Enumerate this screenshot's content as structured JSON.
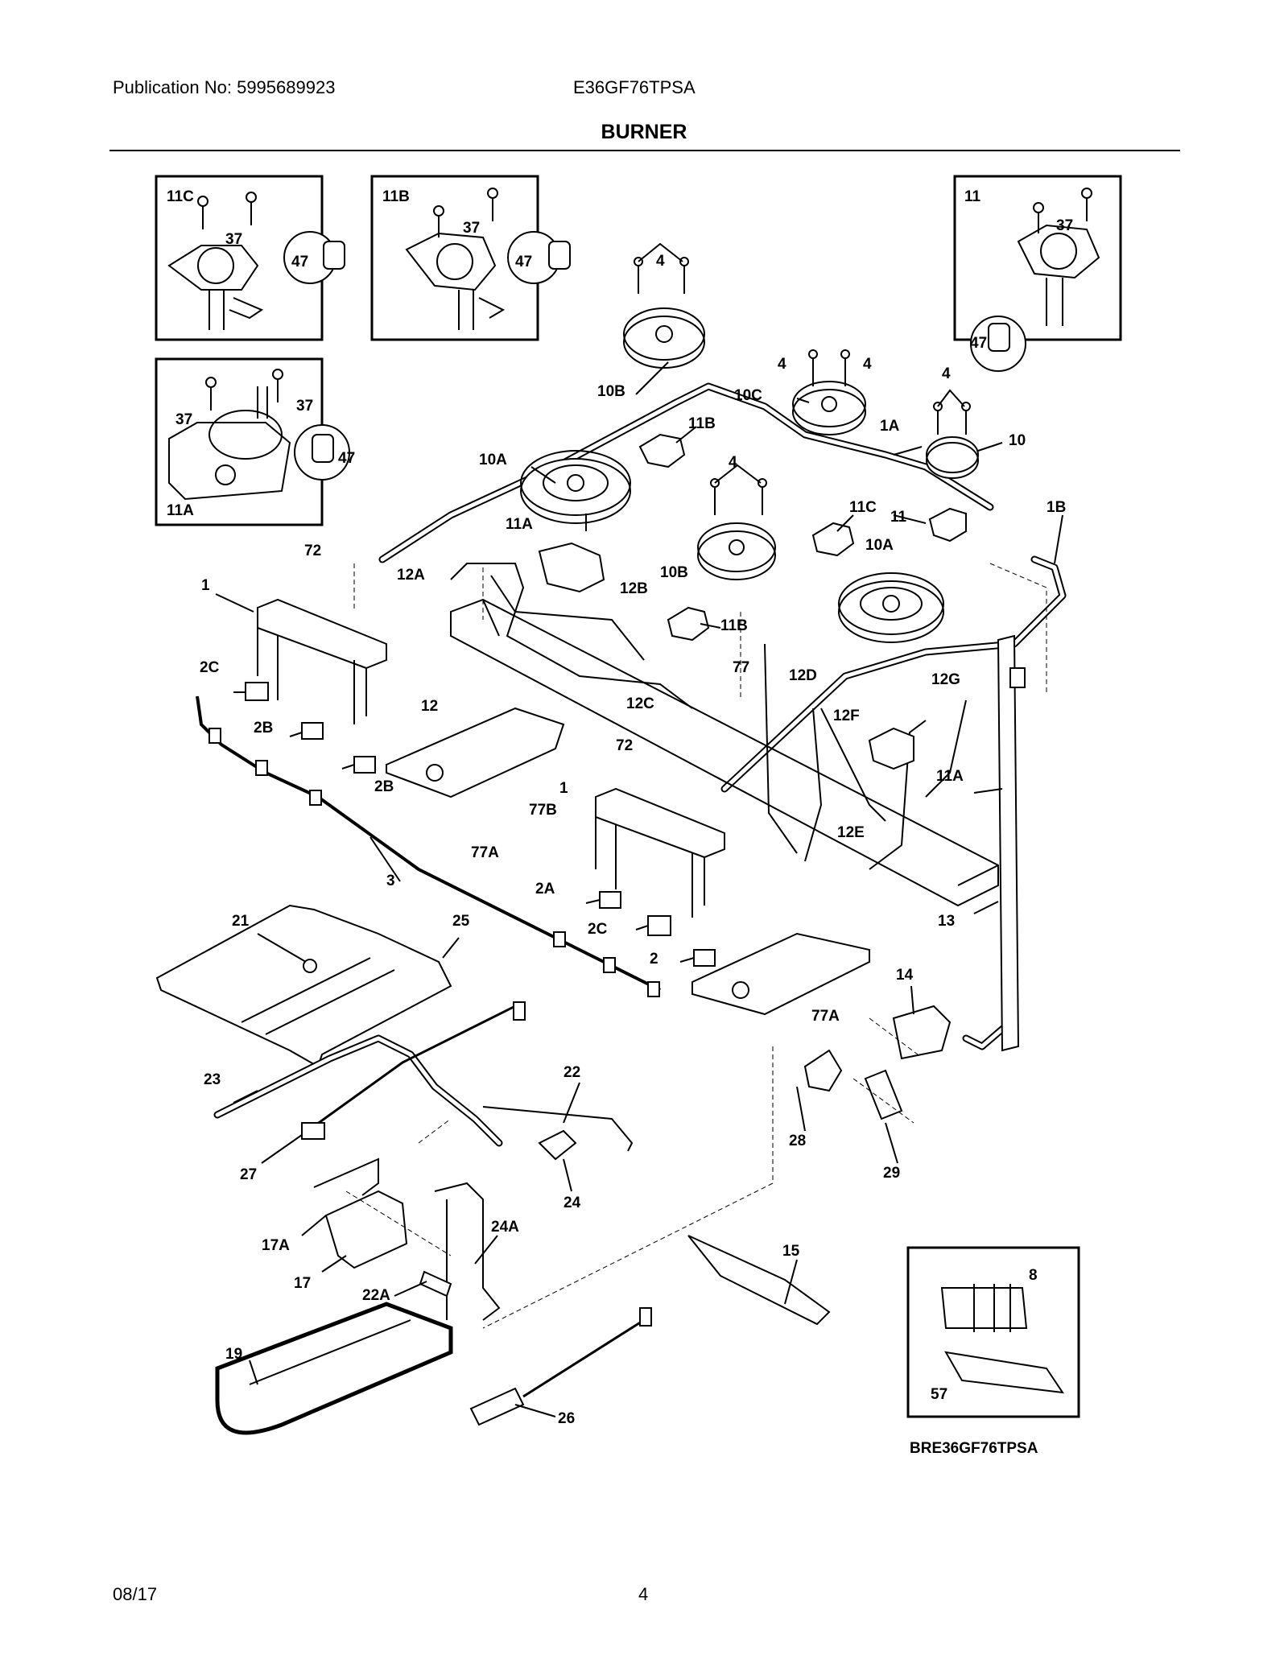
{
  "header": {
    "publication": "Publication No: 5995689923",
    "model": "E36GF76TPSA",
    "section_title": "BURNER"
  },
  "footer": {
    "date": "08/17",
    "page": "4"
  },
  "diagram": {
    "reference": "BRE36GF76TPSA",
    "inset_labels": {
      "inset_11c": [
        "11C",
        "37",
        "47"
      ],
      "inset_11b": [
        "11B",
        "37",
        "47"
      ],
      "inset_11": [
        "11",
        "37",
        "47"
      ],
      "inset_11a": [
        "37",
        "37",
        "47",
        "11A"
      ],
      "inset_8": [
        "8",
        "57"
      ]
    },
    "callouts": [
      "4",
      "10B",
      "4",
      "4",
      "10C",
      "11B",
      "4",
      "10",
      "1A",
      "10A",
      "4",
      "11C",
      "11",
      "1B",
      "11A",
      "12B",
      "10B",
      "10A",
      "72",
      "1",
      "12A",
      "11B",
      "2C",
      "77",
      "12D",
      "12G",
      "12",
      "12C",
      "2B",
      "12F",
      "72",
      "11A",
      "2B",
      "1",
      "77B",
      "12E",
      "3",
      "77A",
      "2A",
      "2C",
      "13",
      "21",
      "25",
      "2",
      "14",
      "77A",
      "23",
      "22",
      "28",
      "29",
      "27",
      "24",
      "17A",
      "24A",
      "15",
      "17",
      "22A",
      "19",
      "26"
    ]
  }
}
